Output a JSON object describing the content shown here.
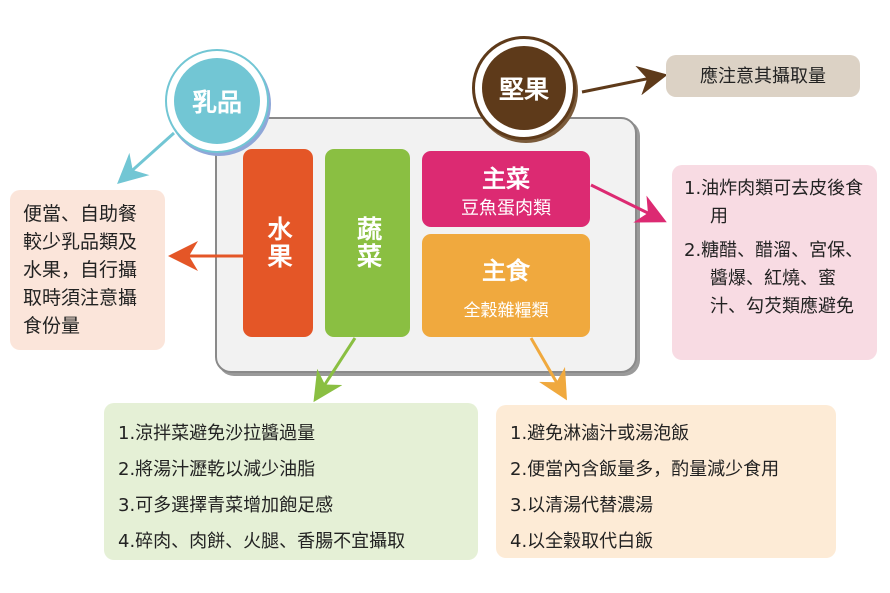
{
  "circles": {
    "dairy": "乳品",
    "nuts": "堅果"
  },
  "plate": {
    "fruit": "水果",
    "vegetables": "蔬菜",
    "main_dish": {
      "title": "主菜",
      "subtitle": "豆魚蛋肉類"
    },
    "staple": {
      "title": "主食",
      "subtitle": "全穀雜糧類"
    }
  },
  "notes": {
    "dairy_fruit": "便當、自助餐較少乳品類及水果，自行攝取時須注意攝食份量",
    "nuts": "應注意其攝取量",
    "main_dish": [
      "1.油炸肉類可去皮後食用",
      "2.糖醋、醋溜、宮保、醬爆、紅燒、蜜汁、勾芡類應避免"
    ],
    "vegetables": [
      "1.涼拌菜避免沙拉醬過量",
      "2.將湯汁瀝乾以減少油脂",
      "3.可多選擇青菜增加飽足感",
      "4.碎肉、肉餅、火腿、香腸不宜攝取"
    ],
    "staple": [
      "1.避免淋滷汁或湯泡飯",
      "2.便當內含飯量多，酌量減少食用",
      "3.以清湯代替濃湯",
      "4.以全穀取代白飯"
    ]
  },
  "colors": {
    "dairy": "#72c6d4",
    "nuts": "#5e3a1a",
    "fruit": "#e45627",
    "vegetables": "#8abf42",
    "main_dish": "#dc2a72",
    "staple": "#f0a93e"
  }
}
